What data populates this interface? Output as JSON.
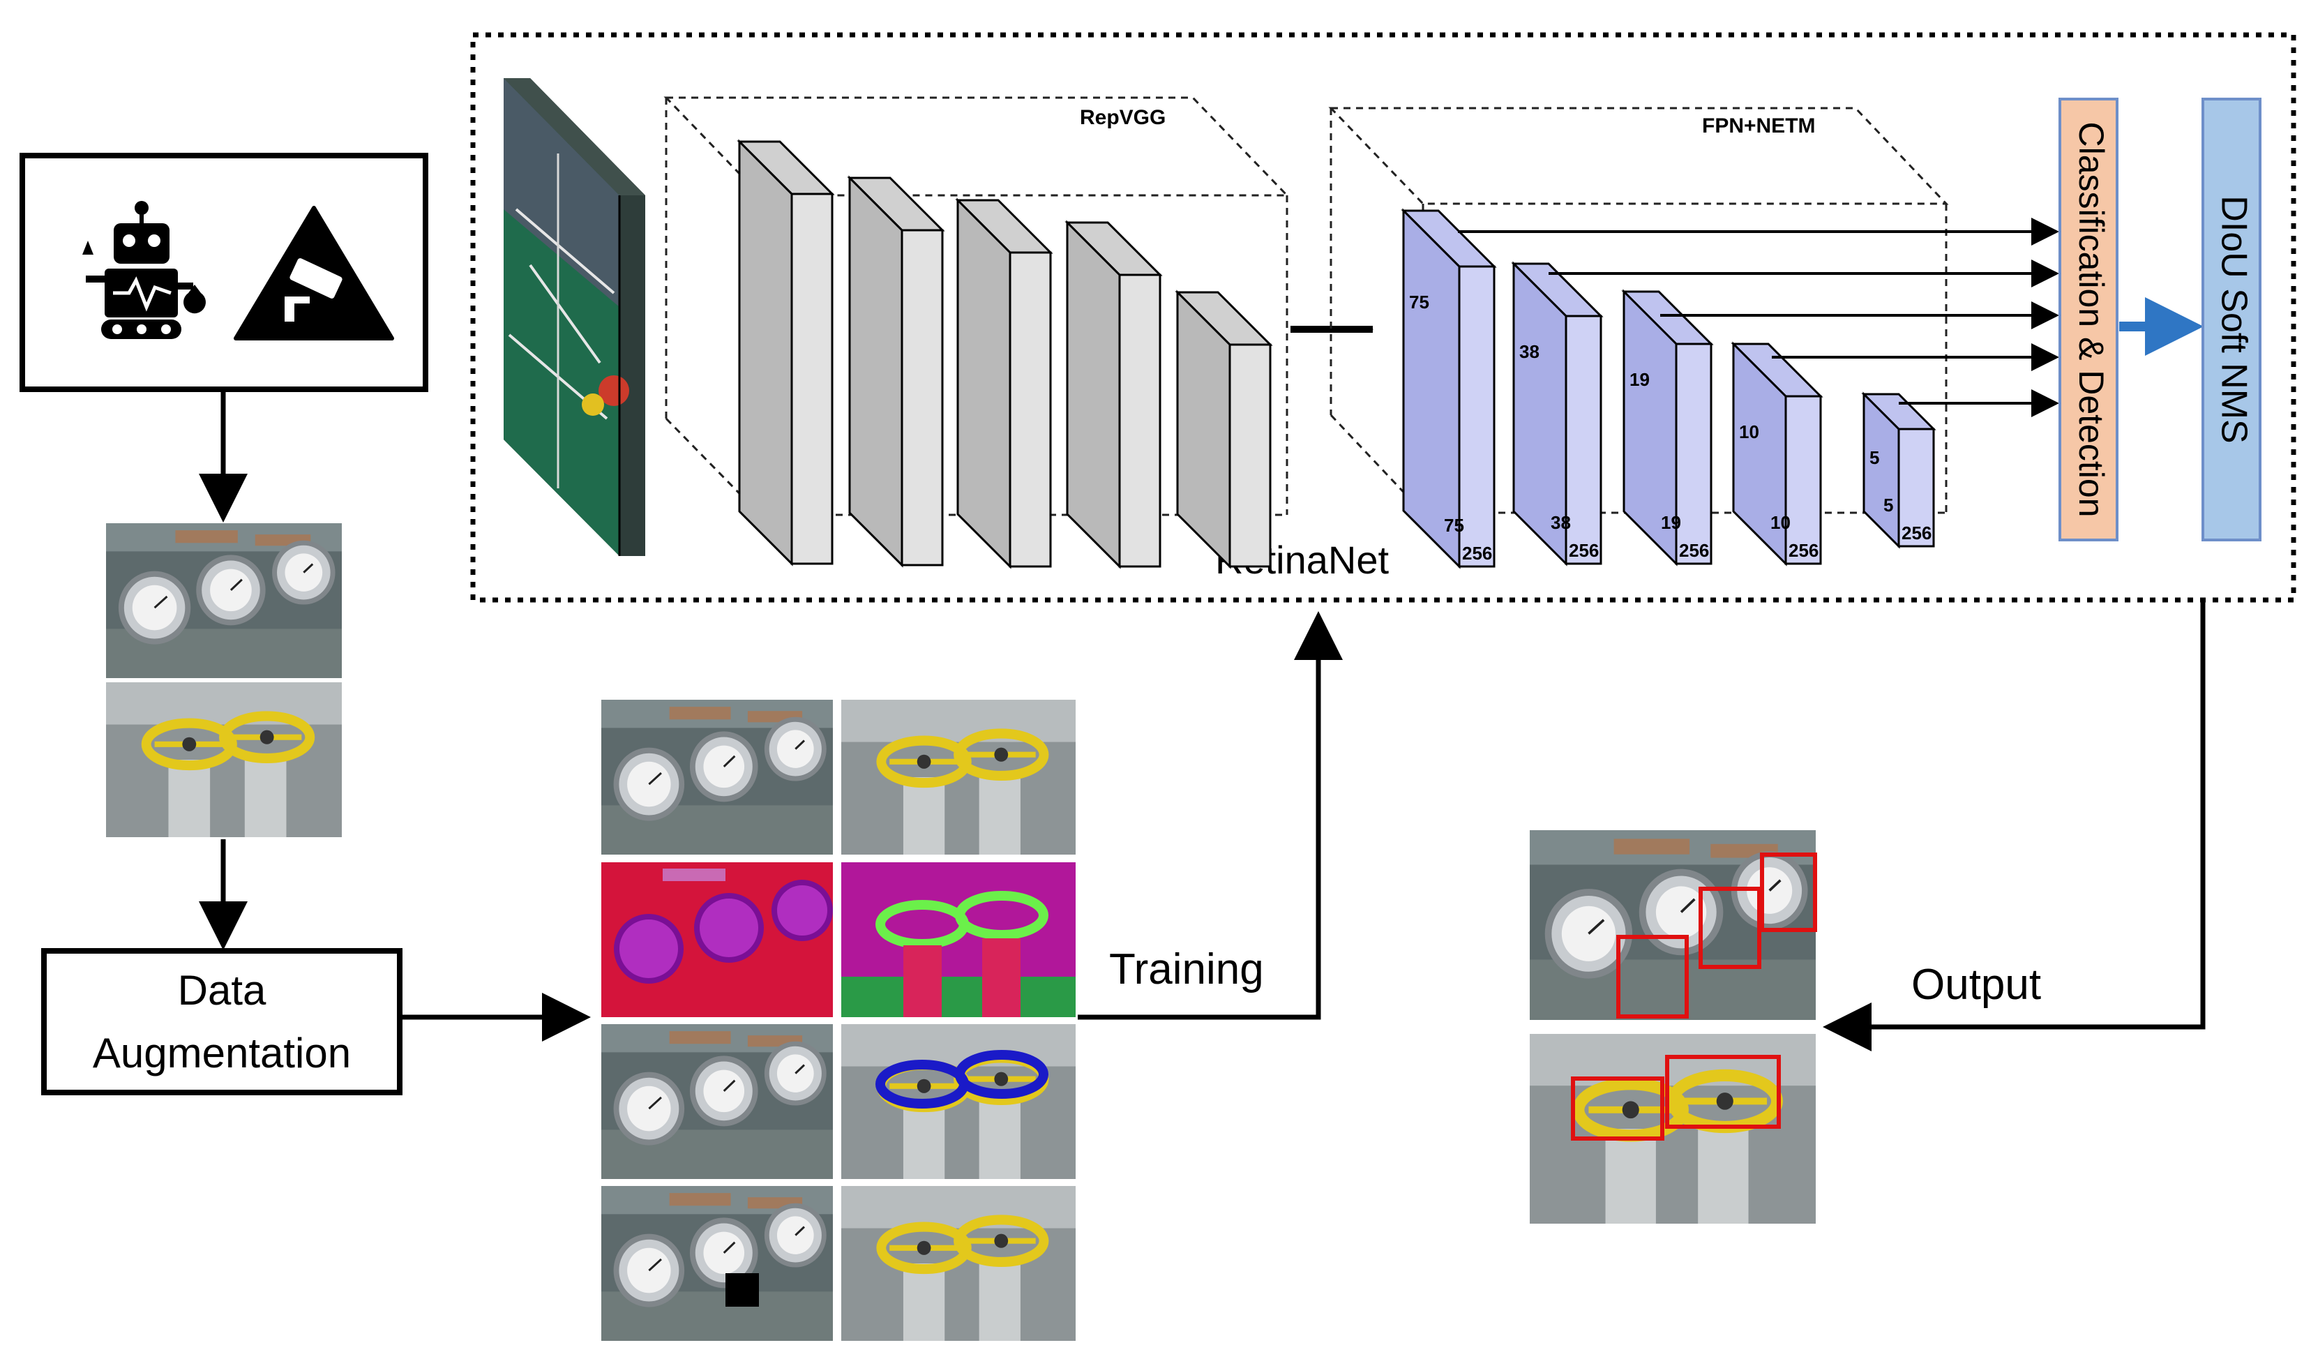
{
  "retinanet": {
    "label": "RetinaNet",
    "backbone_label": "RepVGG",
    "neck_label": "FPN+NETM",
    "classification_label": "Classification & Detection",
    "nms_label": "DIoU Soft NMS"
  },
  "fpn_levels": [
    {
      "left": "75",
      "bottom": "75",
      "depth": "256"
    },
    {
      "left": "38",
      "bottom": "38",
      "depth": "256"
    },
    {
      "left": "19",
      "bottom": "19",
      "depth": "256"
    },
    {
      "left": "10",
      "bottom": "10",
      "depth": "256"
    },
    {
      "left": "5",
      "bottom": "5",
      "depth": "256"
    }
  ],
  "flow": {
    "data_augmentation_line1": "Data",
    "data_augmentation_line2": "Augmentation",
    "training_label": "Training",
    "output_label": "Output"
  },
  "icons": [
    "robot-icon",
    "surveillance-camera-icon"
  ],
  "colors": {
    "backbone_face": "#e2e2e2",
    "backbone_side": "#b9b9b9",
    "fpn_face": "#cfd2f5",
    "fpn_side": "#a9aee6",
    "classification_fill": "#f6c7a7",
    "classification_stroke": "#6e8fc9",
    "nms_fill": "#a7c7e8",
    "arrow_blue": "#2f76c4",
    "detection_box": "#e01010"
  }
}
